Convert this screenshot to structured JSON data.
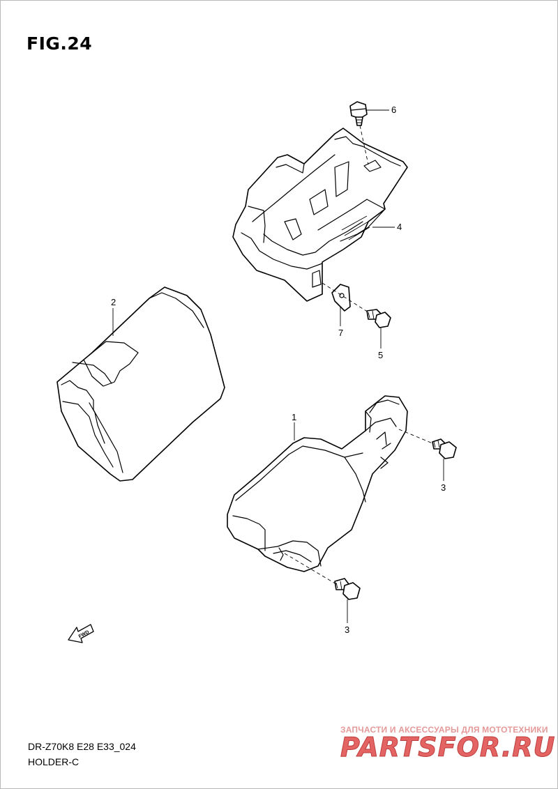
{
  "figure_title": "FIG.24",
  "model_code": "DR-Z70K8 E28 E33_024",
  "section_name": "HOLDER-C",
  "fwd_label": "FWD",
  "callouts": [
    "1",
    "2",
    "3",
    "3",
    "4",
    "5",
    "6",
    "7"
  ],
  "watermark": {
    "tagline": "ЗАПЧАСТИ И АКСЕССУАРЫ ДЛЯ МОТОТЕХНИКИ",
    "logo": "PARTSFOR.RU"
  },
  "colors": {
    "line": "#000000",
    "watermark": "#e04848",
    "frame": "#b8b8b8"
  }
}
